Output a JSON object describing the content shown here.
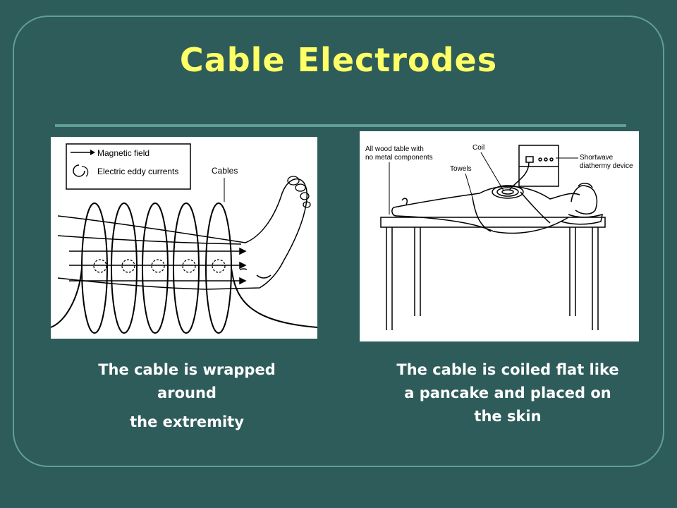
{
  "slide": {
    "title": "Cable Electrodes",
    "colors": {
      "background": "#2e5c5a",
      "frame": "#5f9f9a",
      "title": "#ffff66",
      "caption": "#ffffff"
    }
  },
  "left_figure": {
    "legend_magnetic": "Magnetic field",
    "legend_eddy": "Electric eddy currents",
    "cables_label": "Cables"
  },
  "right_figure": {
    "table_label_1": "All wood table with",
    "table_label_2": "no metal components",
    "coil_label": "Coil",
    "towels_label": "Towels",
    "device_label_1": "Shortwave",
    "device_label_2": "diathermy device"
  },
  "captions": {
    "left_line1": "The cable is wrapped",
    "left_line2": "around",
    "left_line3": "the extremity",
    "right_line1": "The cable is coiled flat like",
    "right_line2": "a pancake and placed on",
    "right_line3": "the skin"
  }
}
